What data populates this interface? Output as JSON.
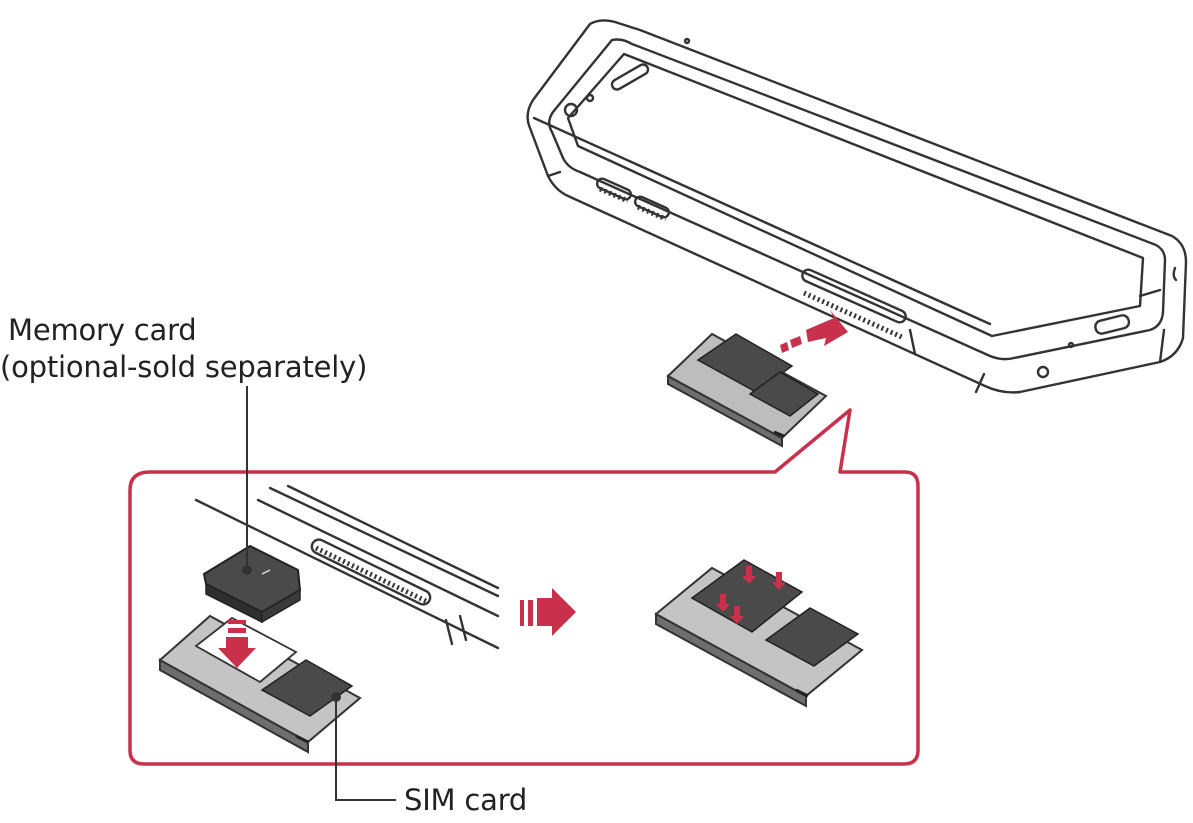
{
  "labels": {
    "memory_card": "Memory card",
    "memory_card_note": "(optional-sold separately)",
    "sim_card": "SIM card"
  },
  "colors": {
    "callout": "#c8304b",
    "line": "#333333",
    "card": "#454545",
    "arrow": "#c8304b"
  }
}
